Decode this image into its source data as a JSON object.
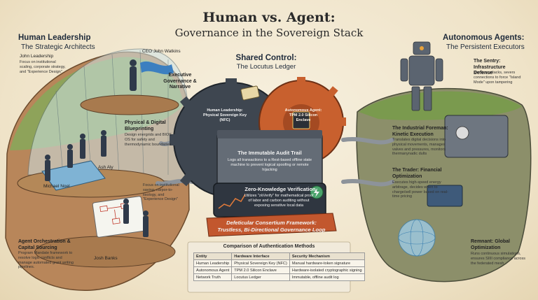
{
  "title": "Human vs. Agent:",
  "subtitle": "Governance in the Sovereign Stack",
  "left": {
    "heading": "Human Leadership",
    "subheading": "The Strategic Architects",
    "john_name": "John Leadership",
    "john_desc": "Focus on institutional scaling, corporate strategy, and \"Experience Design\"",
    "ceo": "CEO John Watkins",
    "exec_label": "Executive Governance & Narrative",
    "blueprint_label": "Physical & Digital Blueprinting",
    "blueprint_desc": "Design energrids and BIOS OS for safety and thermodynamic boundaries",
    "ash": "Ash Aly",
    "michael": "Michael Noel",
    "focus_desc": "Focus on institutional saving, carpor-to-tisology, and \"Experience Design\"",
    "josh": "Josh Banks",
    "orch_label": "Agent Orchestration & Capital Sourcing",
    "orch_desc": "Program Mandate framework to resolve logic conflicts and manage automated grant writing pipelines."
  },
  "center": {
    "heading": "Shared Control:",
    "subheading": "The Locutus Ledger",
    "human_key": "Human Leadership: Physical Sovereign Key (NFC)",
    "agent_key": "Autonomous Agent: TPM 2.0 Silicon Enclave",
    "audit_title": "The Immutable Audit Trail",
    "audit_desc": "Logs all transactions to a Rest-based offline state machine to prevent logical spoofing or remote hijacking",
    "zk_title": "Zero-Knowledge Verification",
    "zk_desc": "Utilizes \"zkVerify\" for mathematical proof of labor and carbon auditing without exposing sensitive local data",
    "banner_line1": "Defeticular Consertium Framework:",
    "banner_line2": "Trustless, Bi-Directional Governance Loop"
  },
  "right": {
    "heading": "Autonomous Agents:",
    "subheading": "The Persistent Executors",
    "sentry_title": "The Sentry: Infrastructure Defense",
    "sentry_desc": "Monitors ettacks, severs connections to force \"Island Mode\" upon tampering",
    "foreman_title": "The Industrial Foreman: Kinetic Execution",
    "foreman_desc": "Translates digital decisions into physical movements, manages valves and pressures, monitors thermanynadic dults",
    "trader_title": "The Trader: Financial Optimization",
    "trader_desc": "Executes high-speed energy arbitrage, decides when to charge/sell power based on real-time pricing",
    "remnant_title": "Remnant: Global Optimization",
    "remnant_desc": "Runs continuous simulations, ensures SIIII compliance across the federated mesh"
  },
  "table": {
    "caption": "Comparison of Authentication Methods",
    "headers": [
      "Entity",
      "Hardware Interface",
      "Security Mechanism"
    ],
    "rows": [
      [
        "Human Leadership",
        "Physical Sovereign Key (NFC)",
        "Manual hardware-token signature"
      ],
      [
        "Autonomous Agent",
        "TPM 2.0 Silicon Enclave",
        "Hardware-isolated cryptographic signing"
      ],
      [
        "Network Truth",
        "Locutus Ledger",
        "Immutable, offline audit log"
      ]
    ]
  },
  "colors": {
    "gear_dark": "#3e4650",
    "gear_orange": "#c8602e",
    "banner": "#c2572e",
    "island_green": "#7a9a4e",
    "pipe": "#8d939a"
  }
}
